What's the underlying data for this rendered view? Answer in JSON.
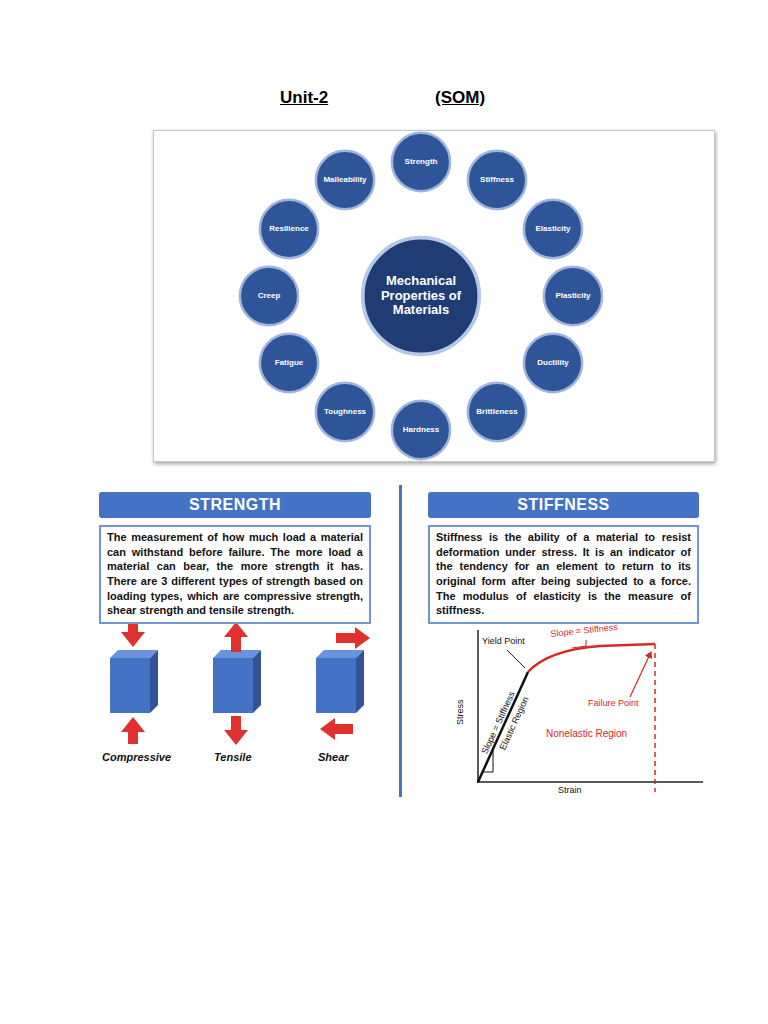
{
  "diagram": {
    "title": "Unit-2",
    "nodes": [
      {
        "text": [
          "Mechanical Properties of Materials"
        ]
      },
      {
        "text": [
          "Strength"
        ]
      },
      {
        "text": [
          "Stiffness"
        ]
      },
      {
        "text": [
          "Elasticity"
        ]
      },
      {
        "text": [
          "Plasticity"
        ]
      },
      {
        "text": [
          "Ductility"
        ]
      },
      {
        "text": [
          "Brittleness"
        ]
      },
      {
        "text": [
          "Hardness"
        ]
      },
      {
        "text": [
          "Toughness"
        ]
      },
      {
        "text": [
          "Fatigue"
        ]
      },
      {
        "text": [
          "Creep"
        ]
      },
      {
        "text": [
          "Resilience"
        ]
      },
      {
        "text": [
          "Malleability"
        ]
      },
      {
        "text": [
          "STRENGTH"
        ]
      },
      {
        "text": [
          "The measurement of how much load a material can withstand before failure. The more load a material can bear, the more strength it has. There are 3 different types of strength based on loading types, which are compressive strength, shear strength and tensile strength."
        ]
      },
      {
        "text": [
          "STIFFNESS"
        ]
      },
      {
        "text": [
          "Stiffness is the ability of a material to resist deformation under stress. It is an indicator of the tendency for an element to return to its original form after being subjected to a force. The modulus of elasticity is the measure of stiffness."
        ]
      }
    ],
    "edges": [
      {
        "from": 0,
        "to": 1,
        "arrow": "none"
      },
      {
        "from": 0,
        "to": 2,
        "arrow": "none"
      },
      {
        "from": 0,
        "to": 3,
        "arrow": "none"
      },
      {
        "from": 0,
        "to": 4,
        "arrow": "none"
      },
      {
        "from": 0,
        "to": 5,
        "arrow": "none"
      },
      {
        "from": 0,
        "to": 6,
        "arrow": "none"
      },
      {
        "from": 0,
        "to": 7,
        "arrow": "none"
      },
      {
        "from": 0,
        "to": 8,
        "arrow": "none"
      },
      {
        "from": 0,
        "to": 9,
        "arrow": "none"
      },
      {
        "from": 0,
        "to": 10,
        "arrow": "none"
      },
      {
        "from": 0,
        "to": 11,
        "arrow": "none"
      },
      {
        "from": 0,
        "to": 12,
        "arrow": "none"
      }
    ],
    "labels": [
      "(SOM)",
      "Compressive",
      "Tensile",
      "Shear",
      "Yield Point",
      "Slope = Stiffness",
      "Slope = Stiffness",
      "Elastic Region",
      "Failure Point",
      "Nonelastic Region",
      "Stress",
      "Strain"
    ]
  }
}
